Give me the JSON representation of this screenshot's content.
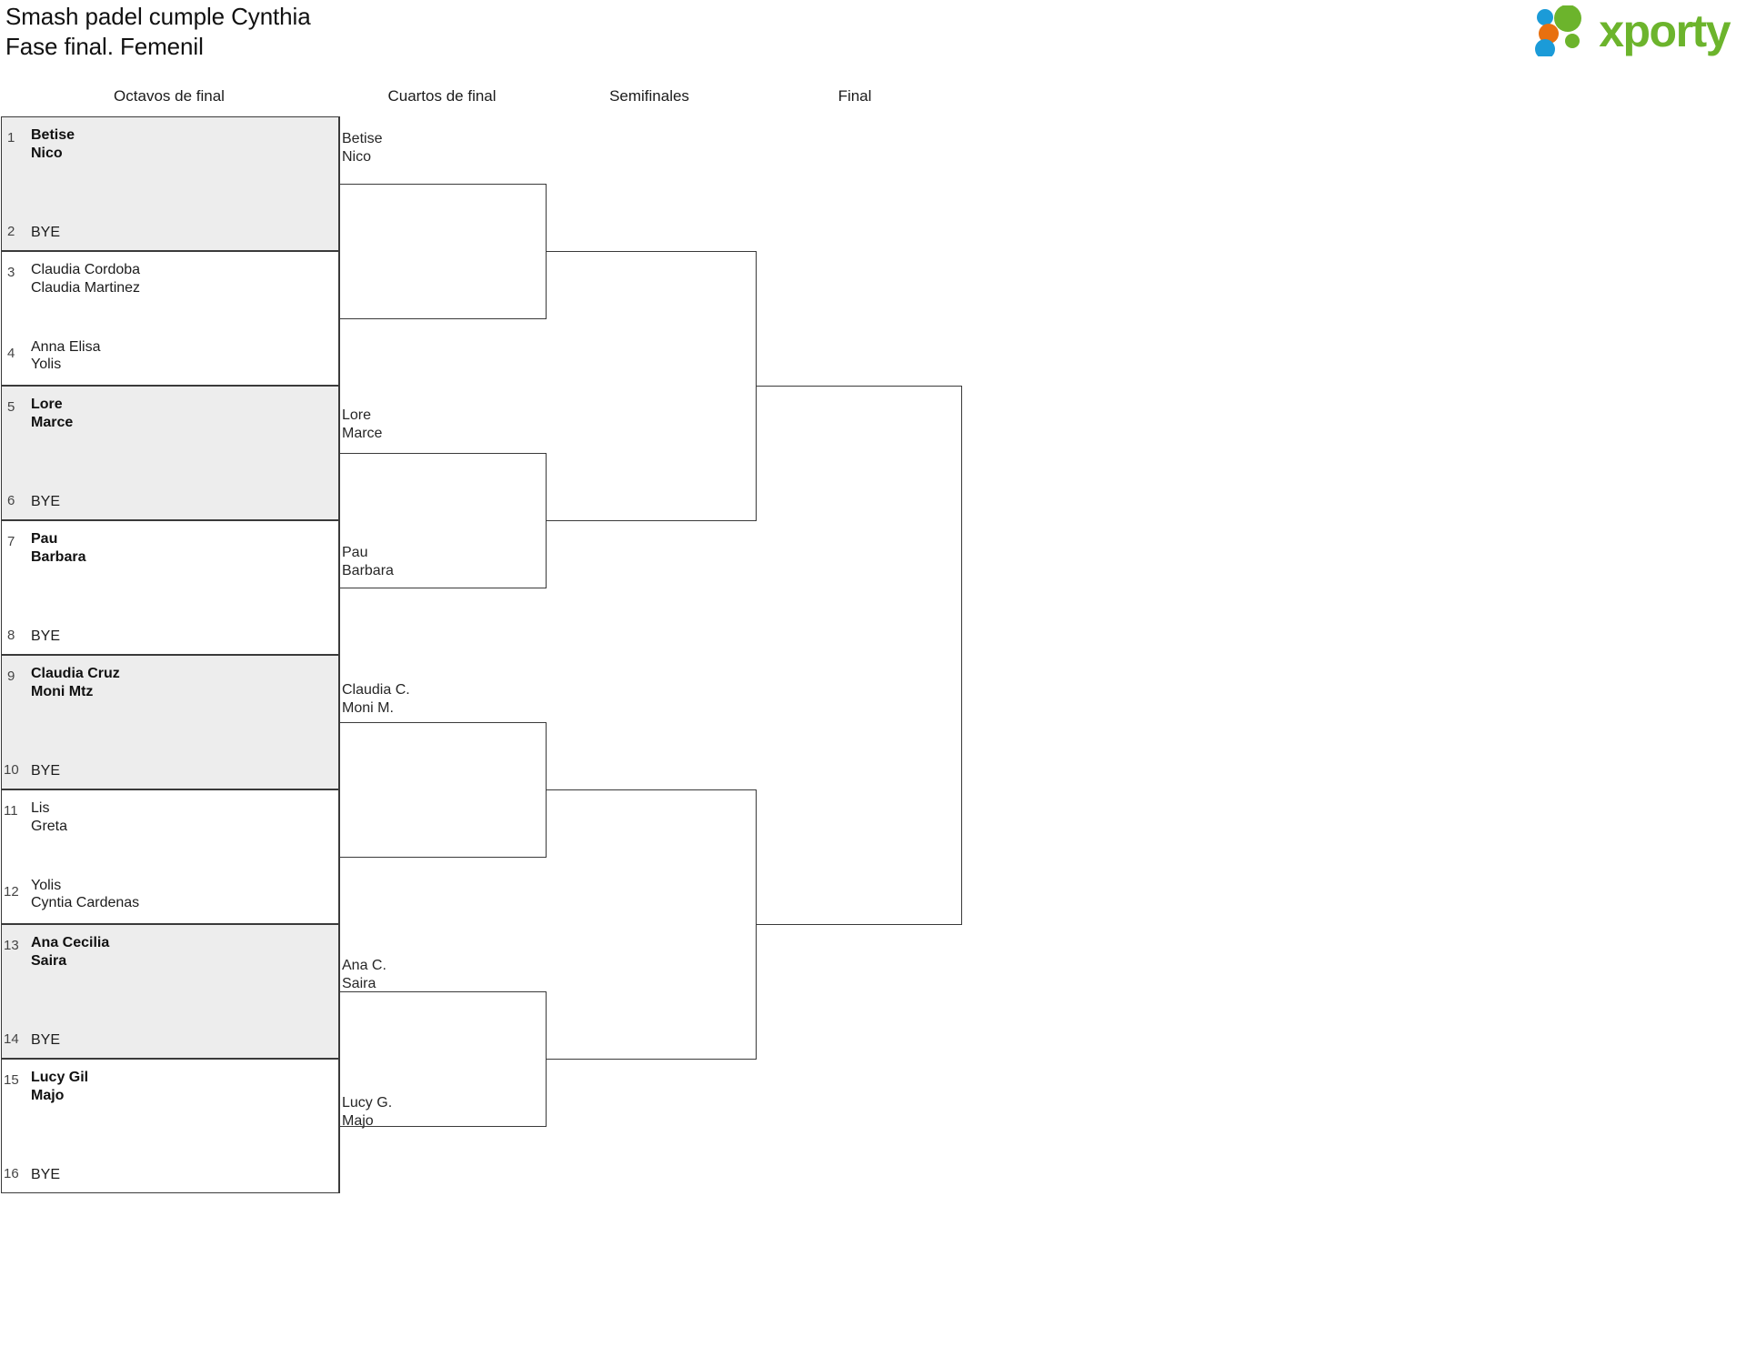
{
  "header": {
    "title_line1": "Smash padel cumple Cynthia",
    "title_line2": "Fase final. Femenil",
    "logo_text": "xporty"
  },
  "rounds": [
    {
      "id": "r16",
      "label": "Octavos de final"
    },
    {
      "id": "qf",
      "label": "Cuartos de final"
    },
    {
      "id": "sf",
      "label": "Semifinales"
    },
    {
      "id": "f",
      "label": "Final"
    }
  ],
  "colors": {
    "shaded_row": "#ededed",
    "line": "#3a3a3a",
    "text": "#1c1c1c",
    "logo_green": "#6cb42c",
    "logo_blue": "#1b9bd8",
    "logo_orange": "#e8700f"
  },
  "bracket": {
    "round_of_16": [
      {
        "seed": "1",
        "p1": "Betise",
        "p2": "Nico",
        "winner": true,
        "shaded": true,
        "bye": false
      },
      {
        "seed": "2",
        "p1": "BYE",
        "p2": "",
        "winner": false,
        "shaded": true,
        "bye": true
      },
      {
        "seed": "3",
        "p1": "Claudia Cordoba",
        "p2": "Claudia Martinez",
        "winner": false,
        "shaded": false,
        "bye": false
      },
      {
        "seed": "4",
        "p1": "Anna Elisa",
        "p2": "Yolis",
        "winner": false,
        "shaded": false,
        "bye": false
      },
      {
        "seed": "5",
        "p1": "Lore",
        "p2": "Marce",
        "winner": true,
        "shaded": true,
        "bye": false
      },
      {
        "seed": "6",
        "p1": "BYE",
        "p2": "",
        "winner": false,
        "shaded": true,
        "bye": true
      },
      {
        "seed": "7",
        "p1": "Pau",
        "p2": "Barbara",
        "winner": true,
        "shaded": false,
        "bye": false
      },
      {
        "seed": "8",
        "p1": "BYE",
        "p2": "",
        "winner": false,
        "shaded": false,
        "bye": true
      },
      {
        "seed": "9",
        "p1": "Claudia Cruz",
        "p2": "Moni Mtz",
        "winner": true,
        "shaded": true,
        "bye": false
      },
      {
        "seed": "10",
        "p1": "BYE",
        "p2": "",
        "winner": false,
        "shaded": true,
        "bye": true
      },
      {
        "seed": "11",
        "p1": "Lis",
        "p2": "Greta",
        "winner": false,
        "shaded": false,
        "bye": false
      },
      {
        "seed": "12",
        "p1": "Yolis",
        "p2": "Cyntia Cardenas",
        "winner": false,
        "shaded": false,
        "bye": false
      },
      {
        "seed": "13",
        "p1": "Ana Cecilia",
        "p2": "Saira",
        "winner": true,
        "shaded": true,
        "bye": false
      },
      {
        "seed": "14",
        "p1": "BYE",
        "p2": "",
        "winner": false,
        "shaded": true,
        "bye": true
      },
      {
        "seed": "15",
        "p1": "Lucy Gil",
        "p2": "Majo",
        "winner": true,
        "shaded": false,
        "bye": false
      },
      {
        "seed": "16",
        "p1": "BYE",
        "p2": "",
        "winner": false,
        "shaded": false,
        "bye": true
      }
    ],
    "quarter_finals": [
      {
        "p1": "Betise",
        "p2": "Nico"
      },
      {
        "p1": "",
        "p2": ""
      },
      {
        "p1": "Lore",
        "p2": "Marce"
      },
      {
        "p1": "Pau",
        "p2": "Barbara"
      },
      {
        "p1": "Claudia C.",
        "p2": "Moni M."
      },
      {
        "p1": "",
        "p2": ""
      },
      {
        "p1": "Ana C.",
        "p2": "Saira"
      },
      {
        "p1": "Lucy G.",
        "p2": "Majo"
      }
    ],
    "semi_finals": [
      {
        "p1": "",
        "p2": ""
      },
      {
        "p1": "",
        "p2": ""
      },
      {
        "p1": "",
        "p2": ""
      },
      {
        "p1": "",
        "p2": ""
      }
    ],
    "final": [
      {
        "p1": "",
        "p2": ""
      },
      {
        "p1": "",
        "p2": ""
      }
    ]
  }
}
